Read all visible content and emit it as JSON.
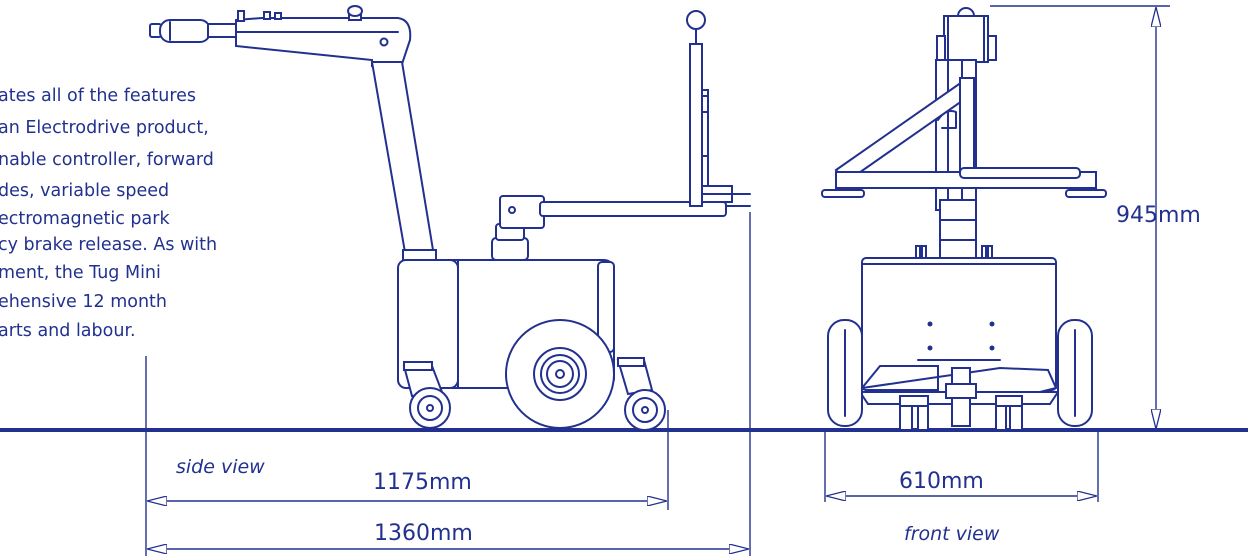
{
  "description_lines": [
    "ates all of the features",
    "an Electrodrive product,",
    "nable controller, forward",
    "des, variable speed",
    "ectromagnetic park",
    "cy brake release. As with",
    "ment, the Tug Mini",
    "ehensive 12 month",
    "arts and labour."
  ],
  "dimensions": {
    "height": "945mm",
    "side_body_length": "1175mm",
    "side_total_length": "1360mm",
    "front_width": "610mm"
  },
  "view_labels": {
    "side": "side view",
    "front": "front view"
  },
  "colors": {
    "line": "#22318f",
    "background": "#ffffff"
  }
}
